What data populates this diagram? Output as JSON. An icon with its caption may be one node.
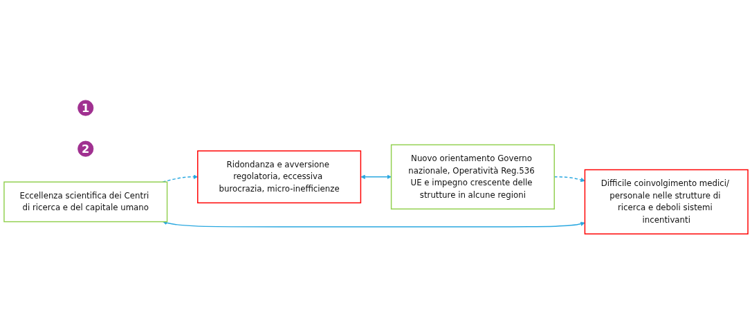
{
  "diagram": {
    "nodes": [
      {
        "text": [
          "1"
        ]
      },
      {
        "text": [
          "Ridondanza e avversione regolatoria, eccessiva burocrazia, micro-inefficienze"
        ]
      },
      {
        "text": [
          "Nuovo orientamento Governo nazionale, Operatività Reg.536 UE e impegno crescente delle strutture in alcune regioni"
        ]
      },
      {
        "text": [
          "2"
        ]
      },
      {
        "text": [
          "Eccellenza scientifica dei Centri di ricerca e del capitale umano"
        ]
      },
      {
        "text": [
          "Difficile coinvolgimento medici/ personale nelle strutture di ricerca e deboli sistemi incentivanti"
        ]
      }
    ],
    "edges": [
      {
        "from": 1,
        "to": 2,
        "arrow": "both",
        "color": "#2aa8e0"
      },
      {
        "from": 2,
        "to": 5,
        "arrow": "to",
        "style": "dashed",
        "color": "#2aa8e0"
      },
      {
        "from": 4,
        "to": 1,
        "arrow": "to",
        "style": "dashed",
        "color": "#2aa8e0"
      },
      {
        "from": 4,
        "to": 5,
        "arrow": "both",
        "color": "#2aa8e0"
      }
    ]
  }
}
